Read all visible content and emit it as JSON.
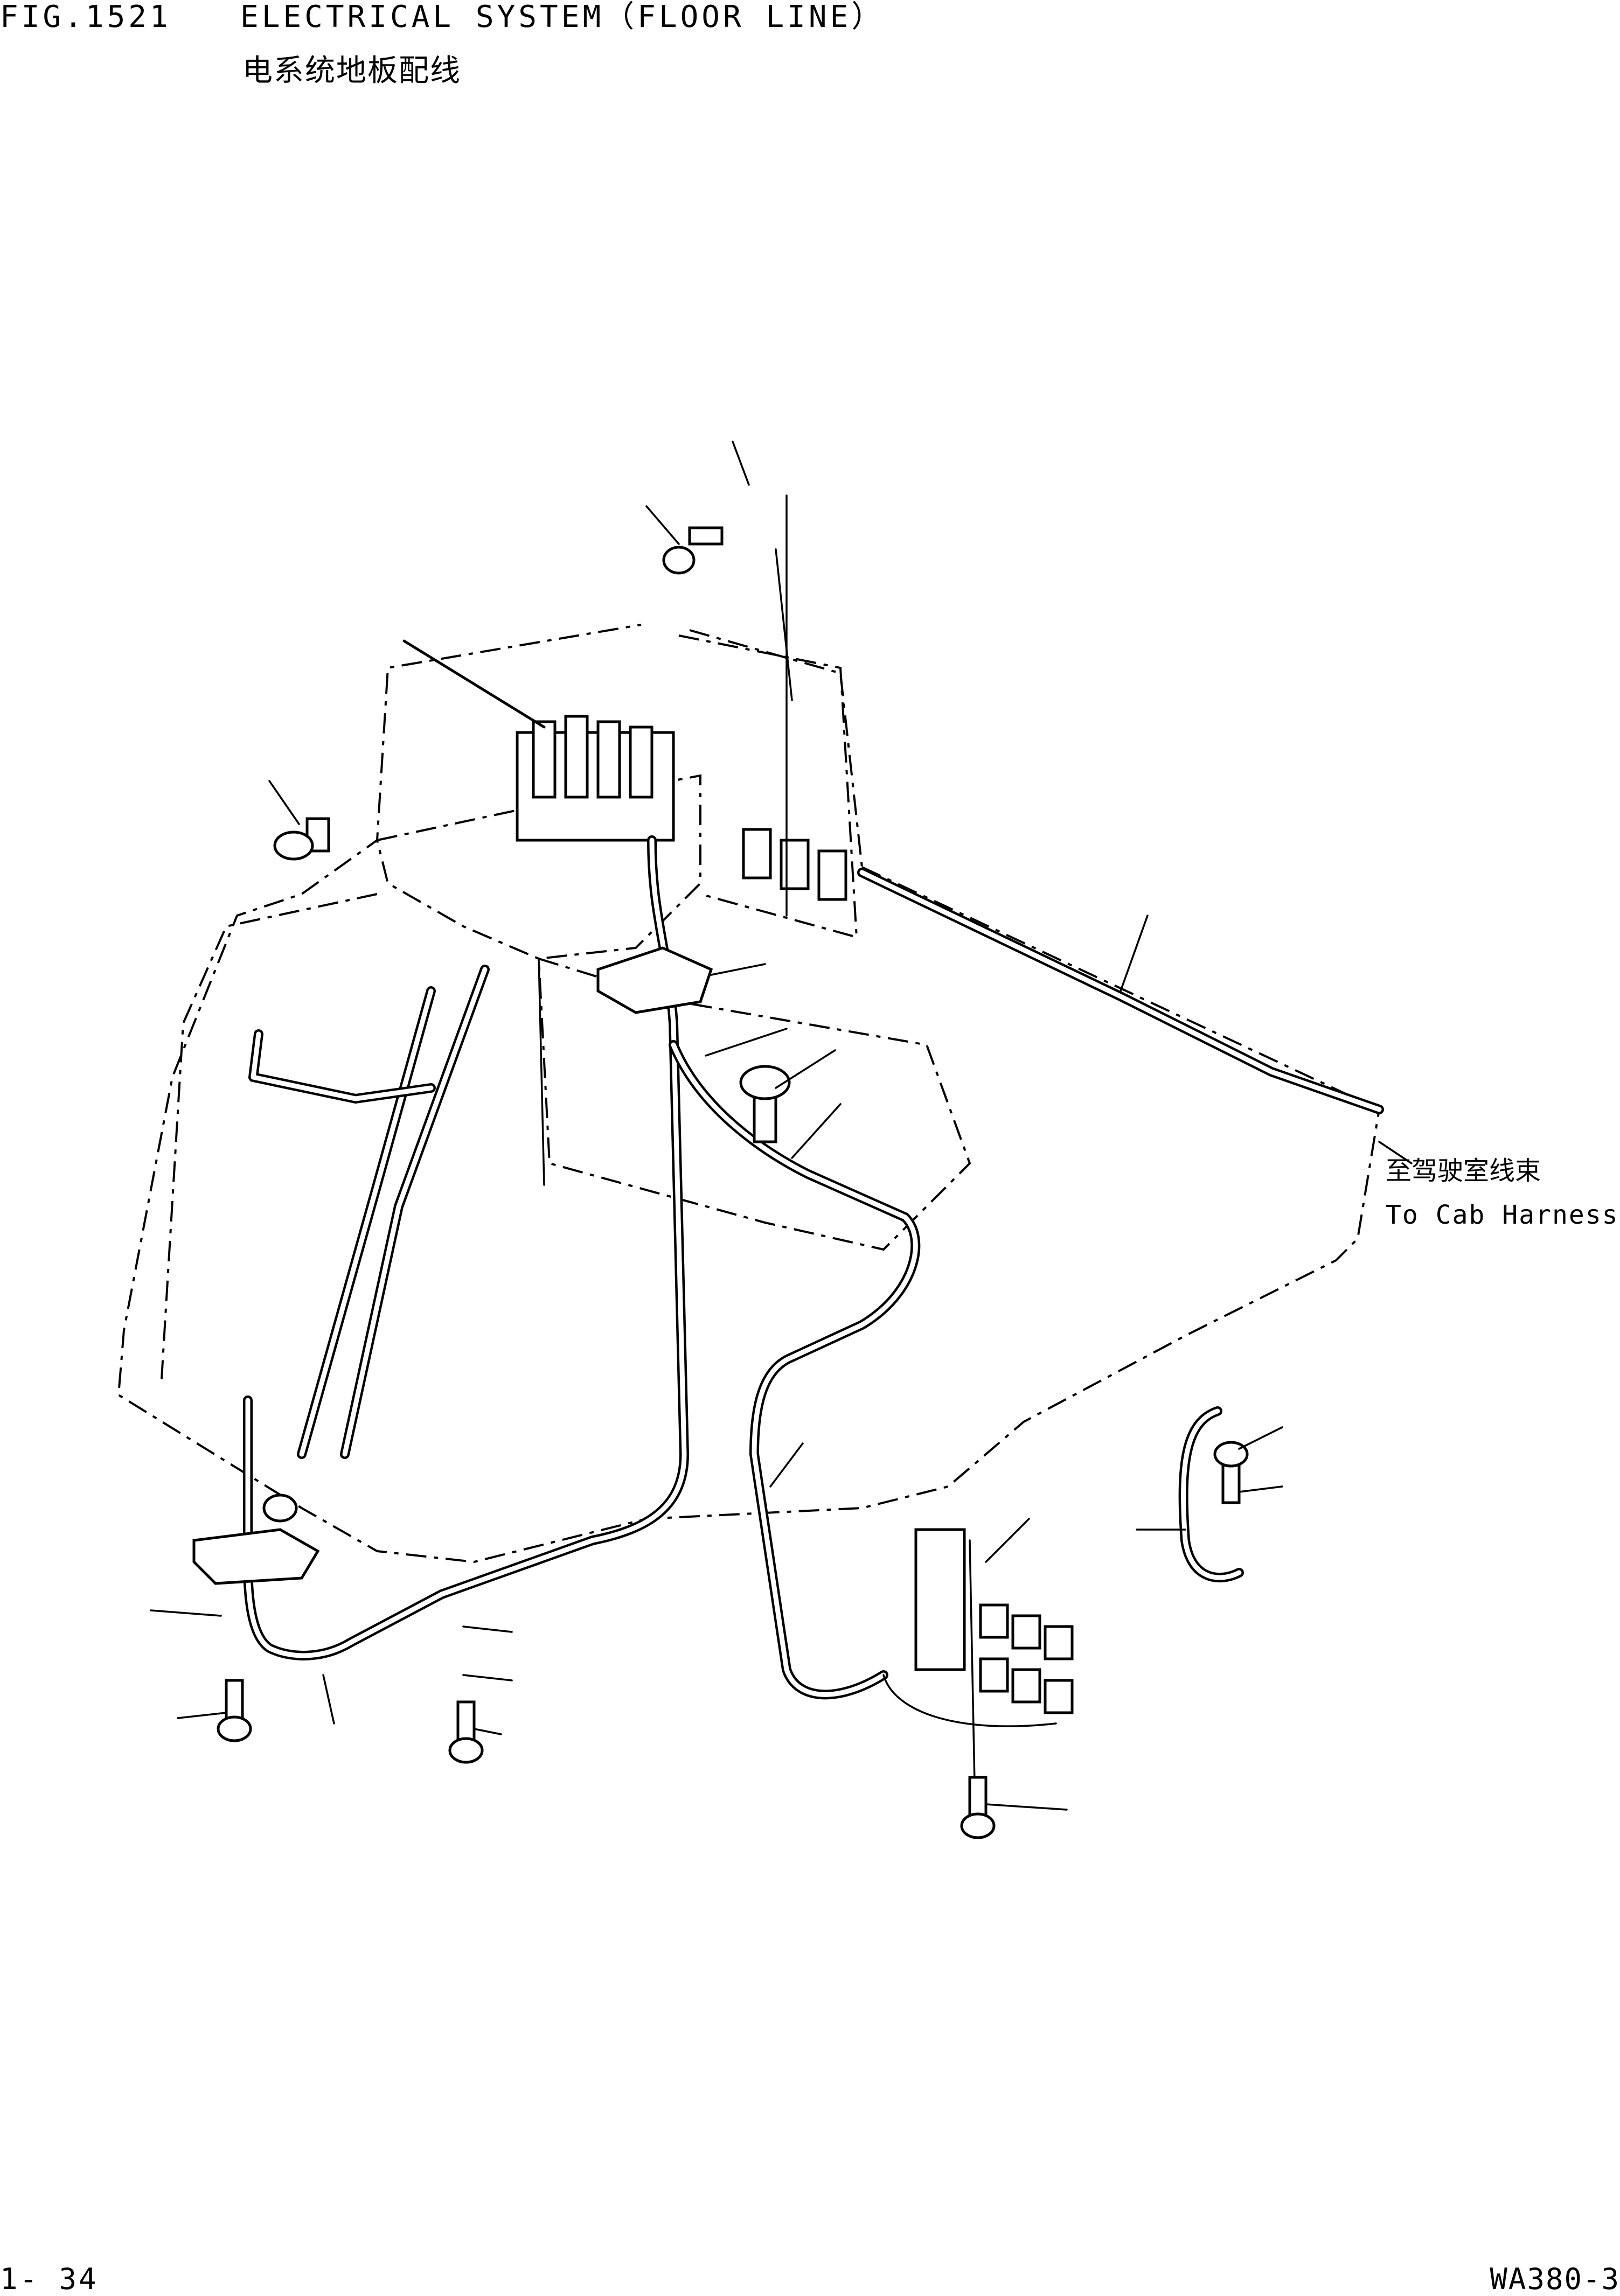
{
  "header": {
    "fig_number": "FIG.1521",
    "title": "ELECTRICAL SYSTEM（FLOOR LINE）",
    "title_cn": "电系统地板配线"
  },
  "callout": {
    "label_cn": "至驾驶室线束",
    "label_en": "To Cab Harness"
  },
  "footer": {
    "page_number": "1- 34",
    "model_code": "WA380-3"
  }
}
